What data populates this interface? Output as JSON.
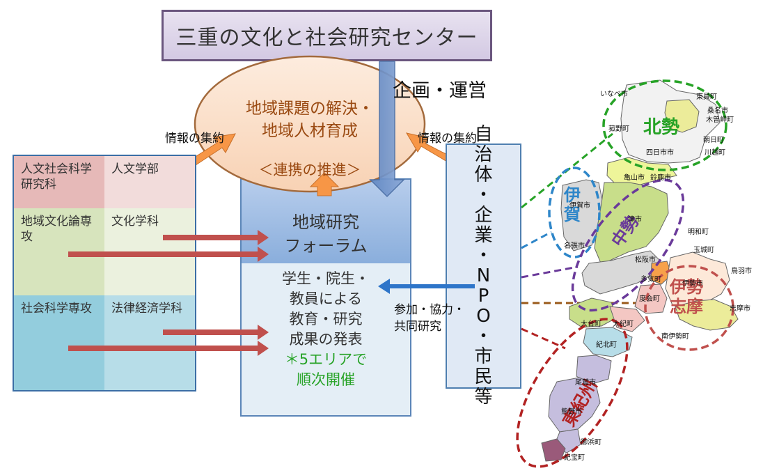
{
  "header": {
    "title": "三重の文化と社会研究センター",
    "planning": "企画・運営"
  },
  "ellipse": {
    "line1": "地域課題の解決・",
    "line2": "地域人材育成",
    "line3": "＜連携の推進＞"
  },
  "info_collection": {
    "left": "情報の集約",
    "right": "情報の集約"
  },
  "departments": {
    "grad_school": "人文社会科学研究科",
    "faculty": "人文学部",
    "rows": [
      {
        "major": "地域文化論専攻",
        "dept": "文化学科"
      },
      {
        "major": "社会科学専攻",
        "dept": "法律経済学科"
      }
    ]
  },
  "forum": {
    "title_line1": "地域研究",
    "title_line2": "フォーラム",
    "line1": "学生・院生・",
    "line2": "教員による",
    "line3": "教育・研究",
    "line4": "成果の発表",
    "note_line1": "＊5エリアで",
    "note_line2": "順次開催"
  },
  "partners": {
    "chars": [
      "自",
      "治",
      "体",
      "・",
      "企",
      "業",
      "・",
      "N",
      "P",
      "O",
      "・",
      "市",
      "民",
      "等"
    ]
  },
  "participation": {
    "line1": "参加・協力・",
    "line2": "共同研究"
  },
  "map": {
    "regions": [
      {
        "name": "北勢",
        "color": "#27a327"
      },
      {
        "name": "伊賀",
        "color": "#2e86c9"
      },
      {
        "name": "中勢",
        "color": "#6a3a9a"
      },
      {
        "name": "伊勢志摩",
        "color": "#c0504d"
      },
      {
        "name": "東紀州",
        "color": "#b22222"
      }
    ],
    "municipalities": [
      "いなべ市",
      "東員町",
      "桑名市",
      "木曽岬町",
      "菰野町",
      "朝日町",
      "四日市市",
      "川越町",
      "亀山市",
      "鈴鹿市",
      "伊賀市",
      "名張市",
      "津市",
      "明和町",
      "玉城町",
      "松阪市",
      "伊勢市",
      "鳥羽市",
      "多気町",
      "度会町",
      "志摩市",
      "大台町",
      "大紀町",
      "紀北町",
      "南伊勢町",
      "尾鷲市",
      "熊野市",
      "御浜町",
      "紀宝町"
    ]
  }
}
